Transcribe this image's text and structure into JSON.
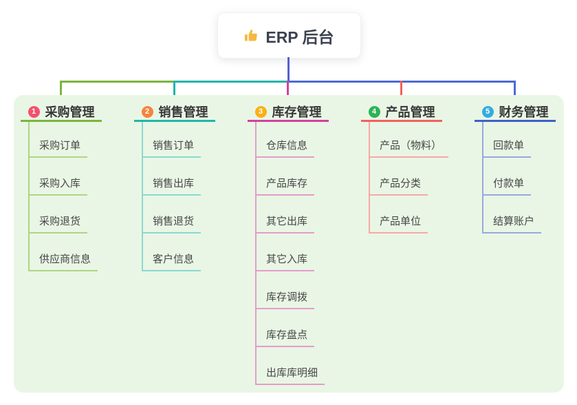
{
  "root": {
    "icon": "👍",
    "title": "ERP 后台"
  },
  "colors": {
    "page-bg": "#ffffff",
    "card-bg": "#ffffff",
    "panel-bg": "#e9f6e5",
    "root-line": "#585ed2",
    "connector-blue": "#4d6bd2",
    "root-text": "#3c4150",
    "header-text": "#383838",
    "child-text": "#474747"
  },
  "branches": [
    {
      "num": "1",
      "label": "采购管理",
      "badge_color": "#f4516c",
      "color": "#7cb53c",
      "line_color": "#aed584",
      "children": [
        "采购订单",
        "采购入库",
        "采购退货",
        "供应商信息"
      ]
    },
    {
      "num": "2",
      "label": "销售管理",
      "badge_color": "#f8833e",
      "color": "#22b5ab",
      "line_color": "#8bd8d1",
      "children": [
        "销售订单",
        "销售出库",
        "销售退货",
        "客户信息"
      ]
    },
    {
      "num": "3",
      "label": "库存管理",
      "badge_color": "#f9b115",
      "color": "#d1419f",
      "line_color": "#e59cca",
      "children": [
        "仓库信息",
        "产品库存",
        "其它出库",
        "其它入库",
        "库存调拨",
        "库存盘点",
        "出库库明细"
      ]
    },
    {
      "num": "4",
      "label": "产品管理",
      "badge_color": "#2bb356",
      "color": "#f2605e",
      "line_color": "#f8a8a6",
      "children": [
        "产品（物料）",
        "产品分类",
        "产品单位"
      ]
    },
    {
      "num": "5",
      "label": "财务管理",
      "badge_color": "#33acdf",
      "color": "#3e60c8",
      "line_color": "#97a9dc",
      "children": [
        "回款单",
        "付款单",
        "结算账户"
      ]
    }
  ]
}
